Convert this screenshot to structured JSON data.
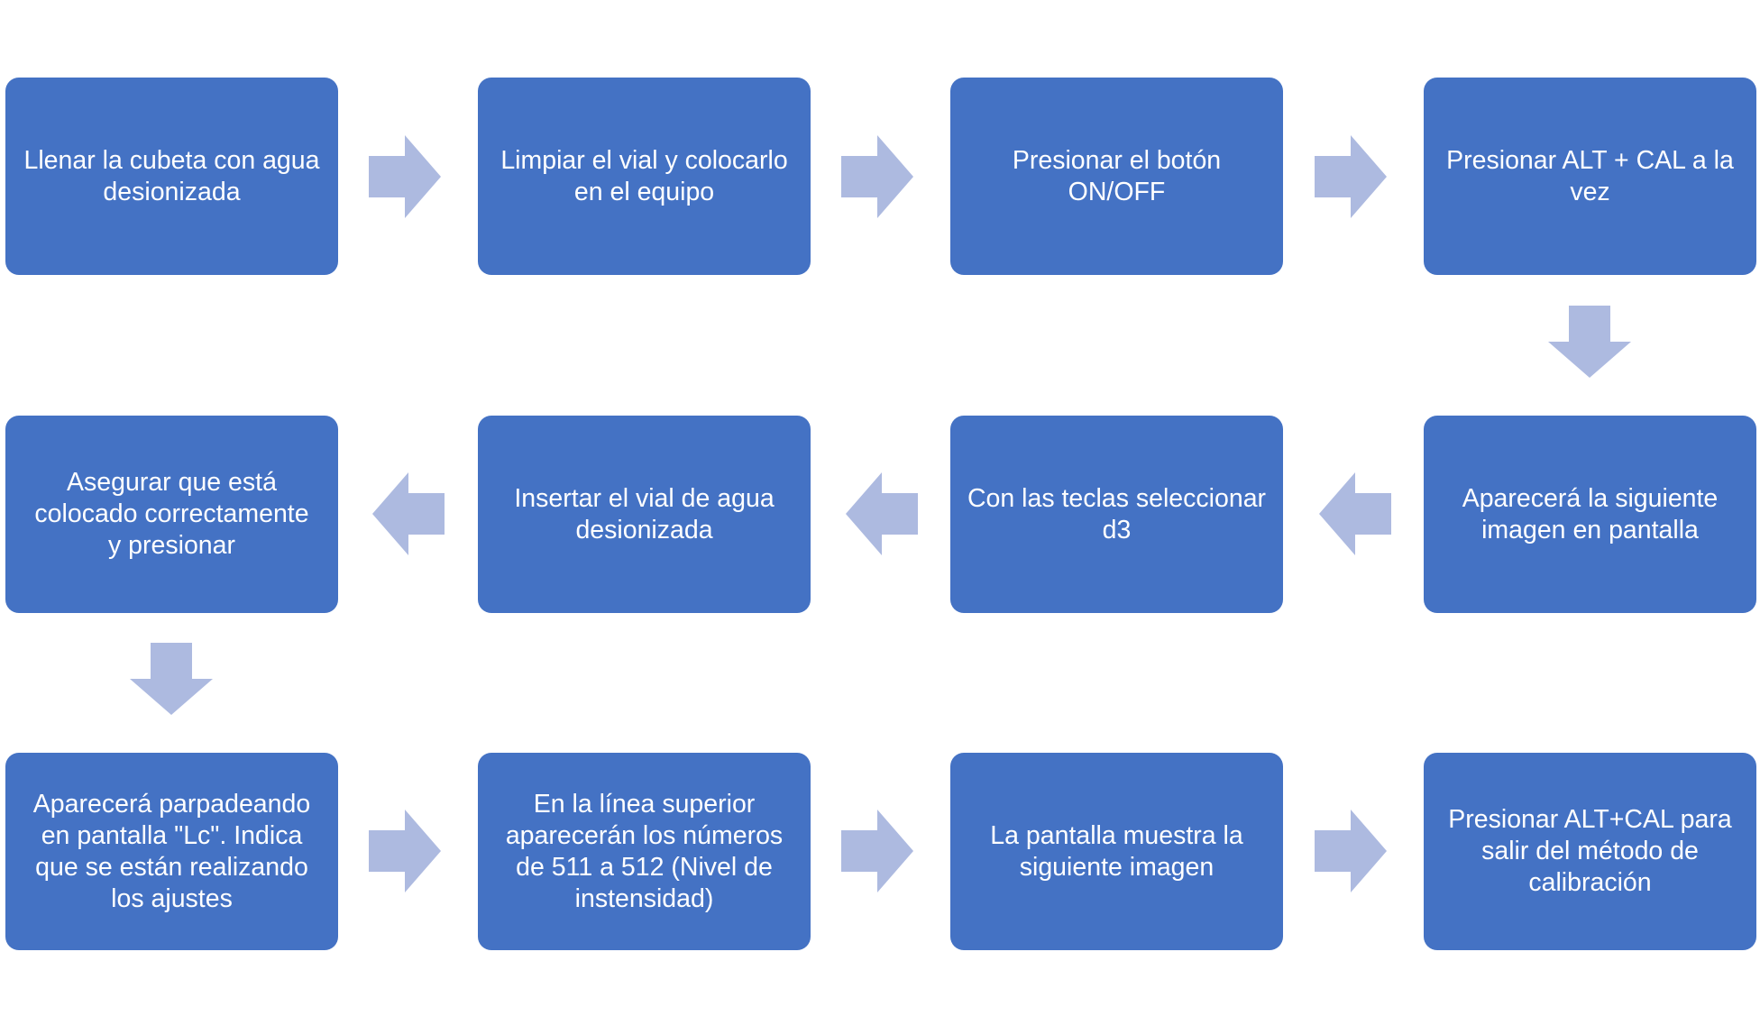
{
  "steps": [
    "Llenar la cubeta con agua\ndesionizada",
    "Limpiar el vial y colocarlo\nen el equipo",
    "Presionar el botón\nON/OFF",
    "Presionar ALT + CAL a la\nvez",
    "Aparecerá la siguiente\nimagen en pantalla",
    "Con las teclas seleccionar\nd3",
    "Insertar el vial de agua\ndesionizada",
    "Asegurar que está\ncolocado correctamente\ny presionar",
    "Aparecerá parpadeando\nen pantalla \"Lc\". Indica\nque se están realizando\nlos ajustes",
    "En la línea superior\naparecerán los números\nde 511 a 512  (Nivel de\ninstensidad)",
    "La pantalla muestra la\nsiguiente imagen",
    "Presionar ALT+CAL para\nsalir del método de\ncalibración"
  ],
  "colors": {
    "box_fill": "#4472c4",
    "box_text": "#ffffff",
    "arrow_fill": "#adbae0",
    "background": "#ffffff"
  },
  "icons": {
    "arrow_right": "arrow-right-icon",
    "arrow_left": "arrow-left-icon",
    "arrow_down": "arrow-down-icon"
  }
}
